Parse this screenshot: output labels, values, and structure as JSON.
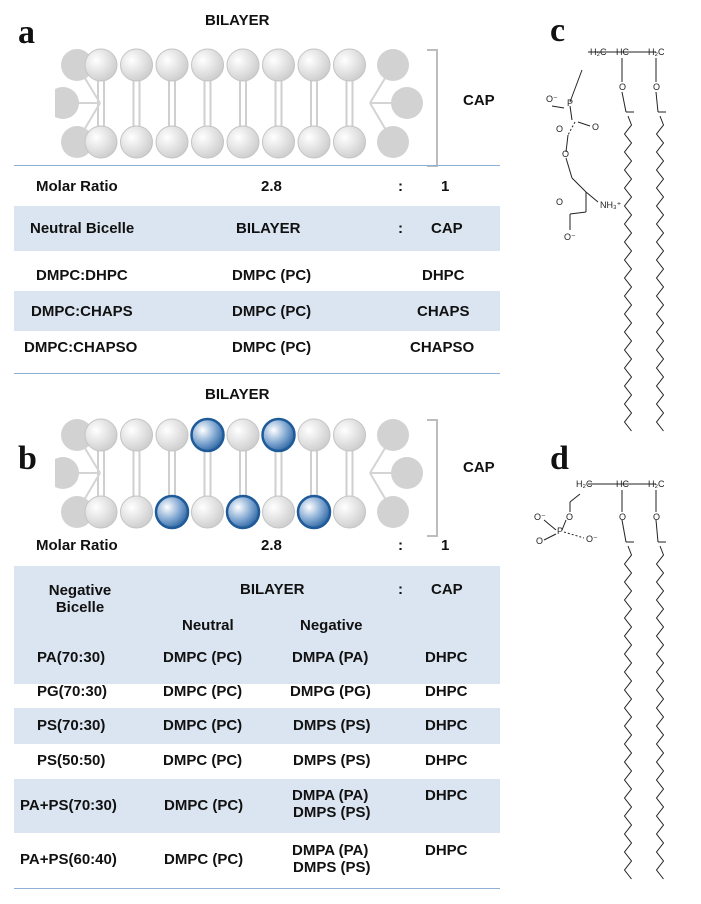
{
  "panel_a": {
    "letter": "a",
    "bilayer_label": "BILAYER",
    "cap_label": "CAP",
    "molar_ratio": {
      "label": "Molar Ratio",
      "left": "2.8",
      "colon": ":",
      "right": "1"
    },
    "header": {
      "col1": "Neutral Bicelle",
      "col2": "BILAYER",
      "colon": ":",
      "col3": "CAP"
    },
    "rows": [
      {
        "name": "DMPC:DHPC",
        "bilayer": "DMPC (PC)",
        "cap": "DHPC"
      },
      {
        "name": "DMPC:CHAPS",
        "bilayer": "DMPC (PC)",
        "cap": "CHAPS"
      },
      {
        "name": "DMPC:CHAPSO",
        "bilayer": "DMPC (PC)",
        "cap": "CHAPSO"
      }
    ]
  },
  "panel_b": {
    "letter": "b",
    "bilayer_label": "BILAYER",
    "cap_label": "CAP",
    "molar_ratio": {
      "label": "Molar Ratio",
      "left": "2.8",
      "colon": ":",
      "right": "1"
    },
    "header": {
      "col1_line1": "Negative",
      "col1_line2": "Bicelle",
      "col2": "BILAYER",
      "colon": ":",
      "col3": "CAP",
      "sub_neutral": "Neutral",
      "sub_negative": "Negative"
    },
    "rows": [
      {
        "name": "PA(70:30)",
        "neutral": "DMPC (PC)",
        "negative": "DMPA (PA)",
        "negative2": "",
        "cap": "DHPC"
      },
      {
        "name": "PG(70:30)",
        "neutral": "DMPC (PC)",
        "negative": "DMPG (PG)",
        "negative2": "",
        "cap": "DHPC"
      },
      {
        "name": "PS(70:30)",
        "neutral": "DMPC (PC)",
        "negative": "DMPS (PS)",
        "negative2": "",
        "cap": "DHPC"
      },
      {
        "name": "PS(50:50)",
        "neutral": "DMPC (PC)",
        "negative": "DMPS (PS)",
        "negative2": "",
        "cap": "DHPC"
      },
      {
        "name": "PA+PS(70:30)",
        "neutral": "DMPC (PC)",
        "negative": "DMPA (PA)",
        "negative2": "DMPS (PS)",
        "cap": "DHPC"
      },
      {
        "name": "PA+PS(60:40)",
        "neutral": "DMPC (PC)",
        "negative": "DMPA (PA)",
        "negative2": "DMPS (PS)",
        "cap": "DHPC"
      }
    ]
  },
  "panel_c": {
    "letter": "c",
    "labels": {
      "ch2_1": "H₂C",
      "ch": "HC",
      "ch2_2": "H₂C",
      "o_minus": "O⁻",
      "p": "P",
      "o_top": "O",
      "o_right": "O",
      "o_ester": "O",
      "o_chain1": "O",
      "o_chain2": "O",
      "nh3": "NH₃⁺",
      "coo_o": "O",
      "coo_ominus": "O⁻"
    }
  },
  "panel_d": {
    "letter": "d",
    "labels": {
      "ch2_1": "H₂C",
      "ch": "HC",
      "ch2_2": "H₂C",
      "o_minus1": "O⁻",
      "o_minus2": "O⁻",
      "p": "P",
      "o_right": "O",
      "o_link": "O",
      "o_chain1": "O",
      "o_chain2": "O"
    }
  },
  "colors": {
    "band": "#dbe5f1",
    "rule": "#8fb0d6",
    "lipid_gray": "#d4d4d4",
    "lipid_blue": "#1f5a99"
  }
}
